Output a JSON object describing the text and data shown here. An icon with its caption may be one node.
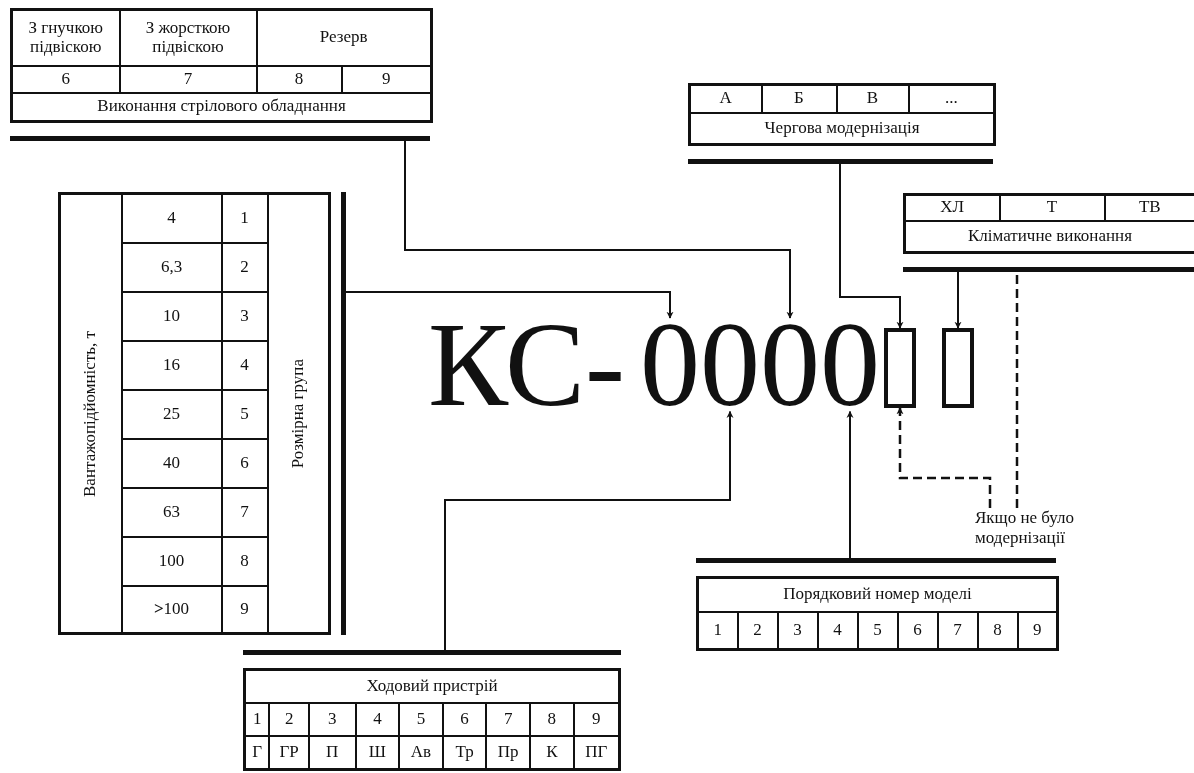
{
  "diagram": {
    "nodes": [
      {
        "text": [
          "З гнучкою підвіскою",
          "З жорсткою підвіскою",
          "Резерв",
          "6",
          "7",
          "8",
          "9",
          "Виконання стрілового обладнання"
        ]
      },
      {
        "text": [
          "А",
          "Б",
          "В",
          "...",
          "Чергова модернізація"
        ]
      },
      {
        "text": [
          "ХЛ",
          "Т",
          "ТВ",
          "Кліматичне виконання"
        ]
      },
      {
        "text": [
          "Вантажопідйомність, т",
          "4",
          "1",
          "6,3",
          "2",
          "10",
          "3",
          "16",
          "4",
          "25",
          "5",
          "40",
          "6",
          "63",
          "7",
          "100",
          "8",
          "**>**100",
          "9",
          "Розмірна група"
        ]
      },
      {
        "text": [
          "КС-"
        ]
      },
      {
        "text": [
          "0"
        ]
      },
      {
        "text": [
          "0"
        ]
      },
      {
        "text": [
          "0"
        ]
      },
      {
        "text": [
          "0"
        ]
      },
      {
        "text": [],
        "shape": "box"
      },
      {
        "text": [],
        "shape": "box"
      },
      {
        "text": [
          "Якщо не було модернізації"
        ]
      },
      {
        "text": [
          "Порядковий номер моделі",
          "1",
          "2",
          "3",
          "4",
          "5",
          "6",
          "7",
          "8",
          "9"
        ]
      },
      {
        "text": [
          "Ходовий пристрій",
          "1",
          "2",
          "3",
          "4",
          "5",
          "6",
          "7",
          "8",
          "9",
          "Г",
          "ГР",
          "П",
          "Ш",
          "Ав",
          "Тр",
          "Пр",
          "К",
          "ПГ"
        ]
      }
    ],
    "edges": [
      {
        "from": 3,
        "to": 5,
        "arrow": "to"
      },
      {
        "from": 0,
        "to": 7,
        "arrow": "to"
      },
      {
        "from": 1,
        "to": 9,
        "arrow": "to"
      },
      {
        "from": 2,
        "to": 10,
        "arrow": "to"
      },
      {
        "from": 13,
        "to": 6,
        "arrow": "to"
      },
      {
        "from": 12,
        "to": 8,
        "arrow": "to"
      },
      {
        "from": 11,
        "to": 9,
        "arrow": "to",
        "style": "dashed"
      },
      {
        "from": 11,
        "to": 2,
        "arrow": "none",
        "style": "dashed"
      }
    ]
  }
}
